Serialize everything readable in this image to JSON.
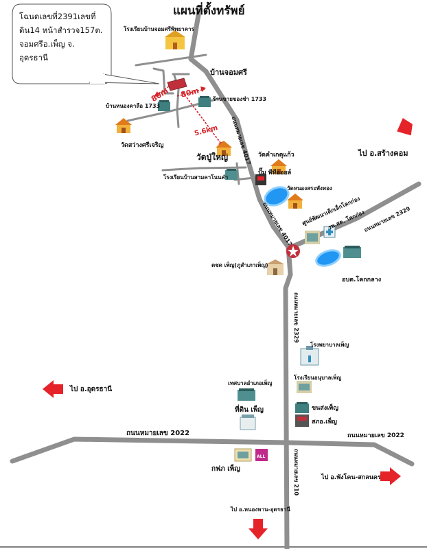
{
  "title": "แผนที่ตั้งทรัพย์",
  "deed_note": {
    "lines": [
      "โฉนดเลขที่2391เลขที่",
      "ดิน14 หน้าสำรวจ157ต.",
      "จอมศรีอ.เพ็ญ จ.",
      "อุดรธานี"
    ]
  },
  "labels": {
    "school_top": "โรงเรียนบ้านจอมศรีพิทยาคาร",
    "ban_jomsri": "บ้านจอมศรี",
    "dist_left": "80m",
    "dist_right": "80m",
    "dist_down": "5.6km",
    "ban_nong": "บ้านหนองคาลือ 1733",
    "shop_1733": "ร้านขายของชำ 1733",
    "wat_sawang": "วัดสว่างศรีเจริญ",
    "road_4017_a": "ถนนหมายเลข 4017",
    "wat_pu_yai": "วัดปู่ใหญ่",
    "wat_kham": "วัดคำเกตุแก้ว",
    "school_mid": "โรงเรียนบ้านสามคาโนนคำ",
    "pump": "ปั๊ม พีทีออยล์",
    "wat_nong": "วัดหนองสระพังทอง",
    "health_center": "ศูนย์พัฒนาเด็กเล็กโคกก่อง",
    "sub_district": "รพ.สต. โคกก่อง",
    "road_4017_b": "ถนนหมายเลข 4017",
    "road_2329_a": "ถนนหมายเลข 2329",
    "police": "ตชด เพ็ญ(ภูสำเภาเพ็ญ)",
    "obt": "อบต.โคกกลาง",
    "road_2329_b": "ถนนหมายเลข 2329",
    "hospital": "โรงพยาบาลเพ็ญ",
    "school_phen": "โรงเรียนอนุบาลเพ็ญ",
    "municipality": "เทศบาลอำเภอเพ็ญ",
    "land_office": "ที่ดิน เพ็ญ",
    "bus": "ขนส่งเพ็ญ",
    "district_office": "สภอ.เพ็ญ",
    "road_2022_a": "ถนนหมายเลข 2022",
    "road_2022_b": "ถนนหมายเลข 2022",
    "road_210": "ถนนหมายเลข 210",
    "pea": "กฟภ เพ็ญ",
    "seven": "ALL",
    "to_sawang": "ไป อ.สร้างคอม",
    "to_udon": "ไป อ.อุดรธานี",
    "to_phon": "ไป อ.พังโคน-สกลนคร",
    "to_bottom": "ไป อ.หนองหาน-อุดรธานี"
  },
  "colors": {
    "road": "#8f8f8f",
    "arrow": "#e5242a",
    "property": "#c0303a",
    "pond": "#2196f3",
    "building": "#3f7f7f"
  }
}
